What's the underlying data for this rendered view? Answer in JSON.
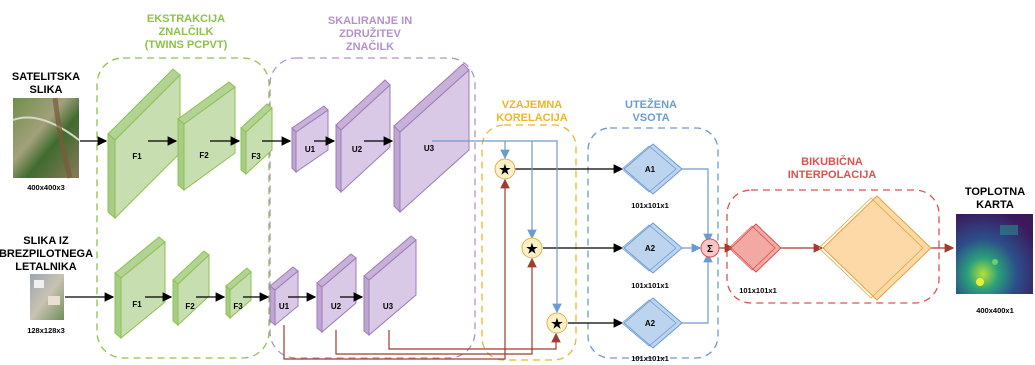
{
  "inputs": {
    "satellite": {
      "line1": "SATELITSKA",
      "line2": "SLIKA",
      "size": "400x400x3"
    },
    "drone": {
      "line1": "SLIKA IZ",
      "line2": "BREZPILOTNEGA",
      "line3": "LETALNIKA",
      "size": "128x128x3"
    }
  },
  "stages": {
    "extraction": {
      "line1": "EKSTRAKCIJA",
      "line2": "ZNALČILK",
      "line3": "(TWINS PCPVT)",
      "color": "#8bc34a"
    },
    "scaling": {
      "line1": "SKALIRANJE IN",
      "line2": "ZDRUŽITEV",
      "line3": "ZNAČILK",
      "color": "#b491c8"
    },
    "correlation": {
      "line1": "VZAJEMNA",
      "line2": "KORELACIJA",
      "color": "#f0b429"
    },
    "weighted_sum": {
      "line1": "UTEŽENA",
      "line2": "VSOTA",
      "color": "#6c9bd2"
    },
    "interpolation": {
      "line1": "BIKUBIČNA",
      "line2": "INTERPOLACIJA",
      "color": "#d9534f"
    }
  },
  "blocks": {
    "sat_f": [
      "F1",
      "F2",
      "F3"
    ],
    "sat_u": [
      "U1",
      "U2",
      "U3"
    ],
    "drone_f": [
      "F1",
      "F2",
      "F3"
    ],
    "drone_u": [
      "U1",
      "U2",
      "U3"
    ],
    "weights": [
      "A1",
      "A2",
      "A2"
    ],
    "weight_dims": [
      "101x101x1",
      "101x101x1",
      "101x101x1"
    ],
    "sum_symbol": "Σ",
    "corr_symbol": "★",
    "interp_dim": "101x101x1"
  },
  "output": {
    "line1": "TOPLOTNA",
    "line2": "KARTA",
    "size": "400x400x1"
  }
}
